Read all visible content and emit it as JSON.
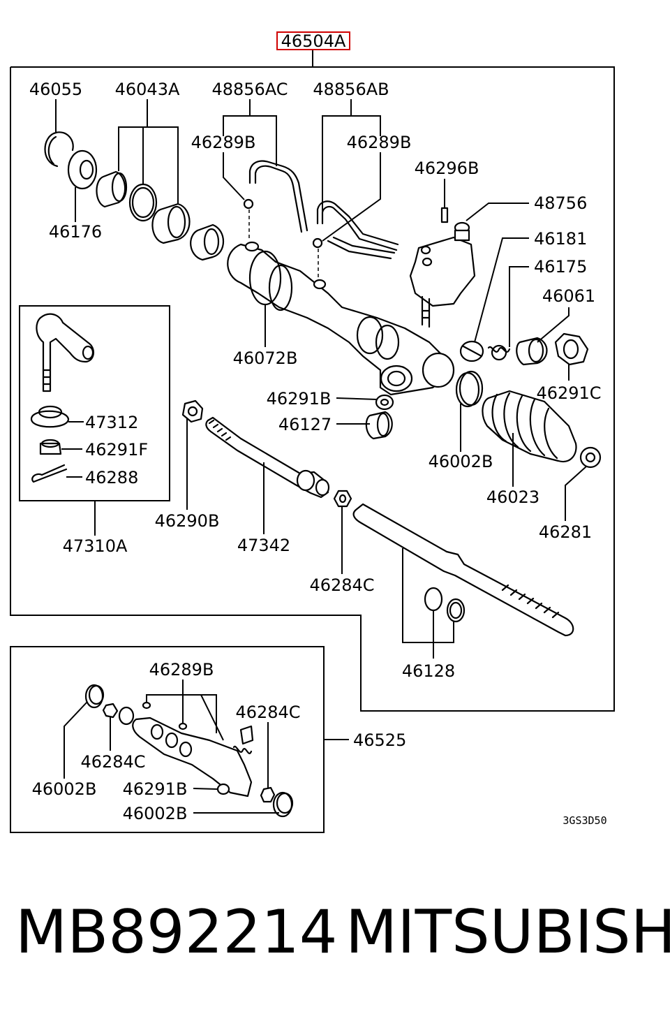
{
  "assembly_number": "46504A",
  "labels": {
    "l46055": "46055",
    "l46043A": "46043A",
    "l48856AC": "48856AC",
    "l48856AB": "48856AB",
    "l46289B_left": "46289B",
    "l46289B_right": "46289B",
    "l46296B": "46296B",
    "l48756": "48756",
    "l46181": "46181",
    "l46175": "46175",
    "l46061": "46061",
    "l46291C": "46291C",
    "l46176": "46176",
    "l46072B": "46072B",
    "l46291B": "46291B",
    "l46127": "46127",
    "l46002B": "46002B",
    "l46023": "46023",
    "l46281": "46281",
    "l47312": "47312",
    "l46291F": "46291F",
    "l46288": "46288",
    "l47310A": "47310A",
    "l46290B": "46290B",
    "l47342": "47342",
    "l46284C": "46284C",
    "l46128": "46128"
  },
  "kit_labels": {
    "k46289B": "46289B",
    "k46284C_top": "46284C",
    "k46525": "46525",
    "k46284C_bottom": "46284C",
    "k46002B_left": "46002B",
    "k46291B": "46291B",
    "k46002B_bottom": "46002B"
  },
  "diagram_code": "3GS3D50",
  "caption": {
    "part_number": "MB892214",
    "brand": "MITSUBISHI"
  }
}
